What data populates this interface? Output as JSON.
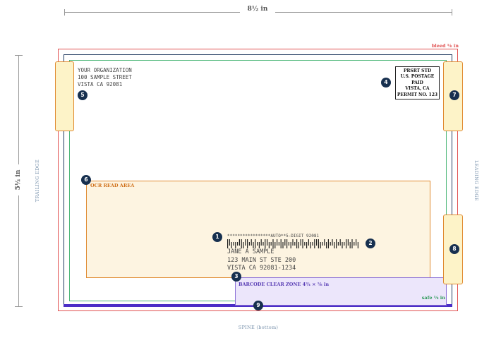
{
  "dimensions": {
    "width_label": "8½ in",
    "height_label": "5½ in"
  },
  "edges": {
    "trailing": "TRAILING EDGE",
    "leading": "LEADING EDGE",
    "spine": "SPINE (bottom)"
  },
  "zones": {
    "bleed": "bleed ⅛ in",
    "safe": "safe ⅛ in",
    "ocr": "OCR READ AREA",
    "barcode_clear": "BARCODE CLEAR ZONE 4¾ × ⅝ in"
  },
  "return_address": [
    "YOUR ORGANIZATION",
    "100 SAMPLE STREET",
    "VISTA CA 92081"
  ],
  "indicia": [
    "PRSRT STD",
    "U.S. POSTAGE",
    "PAID",
    "VISTA, CA",
    "PERMIT NO. 123"
  ],
  "recipient": {
    "endorsement": "*****************AUTO**5-DIGIT 92081",
    "lines": [
      "JANE A SAMPLE",
      "123 MAIN ST STE 200",
      "VISTA CA 92081-1234"
    ]
  },
  "callouts": [
    "1",
    "2",
    "3",
    "4",
    "5",
    "6",
    "7",
    "8",
    "9"
  ],
  "colors": {
    "bleed": "#e05050",
    "trim": "#1f3a5f",
    "safe": "#4fb87a",
    "ocr_border": "#e08a30",
    "ocr_fill": "#fdf4e1",
    "barcode_zone_border": "#8a6fd6",
    "barcode_zone_fill": "#ece6fb",
    "spine": "#4b2fc7",
    "tab_fill": "#fdf3c8",
    "badge": "#17304f"
  },
  "barcode_pattern": "FADTDTAFDAFTADFTDATFADTFDATFDAFTDATFDAFTDADTFAFDTADFTADFTADTFADFTAD"
}
